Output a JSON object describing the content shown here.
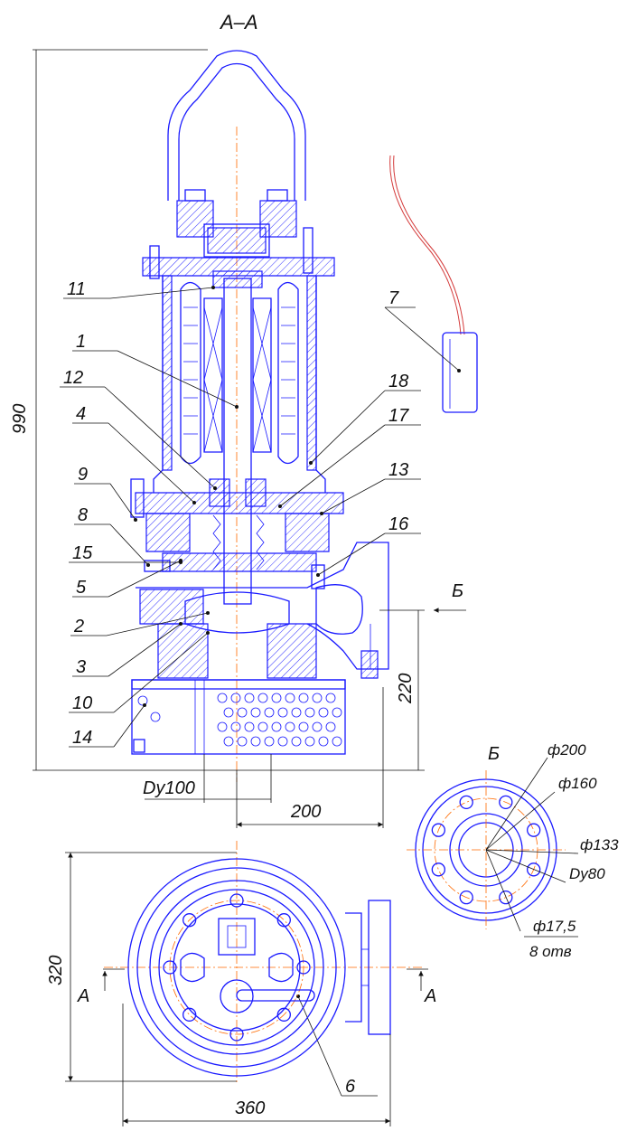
{
  "section_title": "А–А",
  "view_label": "Б",
  "section_marks": {
    "left": "А",
    "right": "А",
    "arrow_label": "Б"
  },
  "parts": [
    "11",
    "1",
    "12",
    "4",
    "9",
    "8",
    "15",
    "5",
    "2",
    "3",
    "10",
    "14",
    "7",
    "18",
    "17",
    "13",
    "16",
    "6"
  ],
  "dimensions": {
    "height_total": "990",
    "height_inlet": "220",
    "outlet_offset": "200",
    "suction_dn": "Dy100",
    "plan_width": "360",
    "plan_depth": "320"
  },
  "flange": {
    "d1": "ф200",
    "d2": "ф160",
    "d3": "ф133",
    "dn": "Dy80",
    "holes_d": "ф17,5",
    "holes_count": "8 отв"
  },
  "colors": {
    "outline": "#1a1aff",
    "axis": "#ff6a00",
    "leader": "#111111",
    "cable": "#d43a3a"
  }
}
